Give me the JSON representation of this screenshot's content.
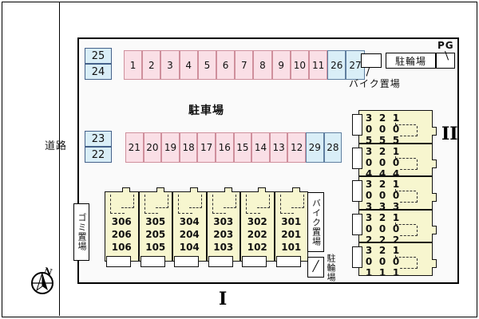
{
  "site": {
    "road_label": "道路",
    "parking_area_label": "駐車場",
    "pg_label": "PG",
    "north_label": "N"
  },
  "facilities": {
    "bicycle_parking_top": "駐輪場",
    "motorbike_parking_top": "バイク置場",
    "motorbike_parking_mid": "バイク置場",
    "bicycle_parking_mid": "駐輪場",
    "garbage_area": "ゴミ置場"
  },
  "parking": {
    "row_top": [
      "1",
      "2",
      "3",
      "4",
      "5",
      "6",
      "7",
      "8",
      "9",
      "10",
      "11",
      "26",
      "27"
    ],
    "row_top_blue_from": 11,
    "row_bottom": [
      "21",
      "20",
      "19",
      "18",
      "17",
      "16",
      "15",
      "14",
      "13",
      "12",
      "29",
      "28"
    ],
    "row_bottom_blue_from": 10,
    "visitor_top": [
      "25",
      "24"
    ],
    "visitor_bottom": [
      "23",
      "22"
    ]
  },
  "buildings": [
    {
      "name": "I",
      "numeral": "I",
      "orientation": "horizontal",
      "units": [
        [
          "306",
          "206",
          "106"
        ],
        [
          "305",
          "205",
          "105"
        ],
        [
          "304",
          "204",
          "104"
        ],
        [
          "303",
          "203",
          "103"
        ],
        [
          "302",
          "202",
          "102"
        ],
        [
          "301",
          "201",
          "101"
        ]
      ]
    },
    {
      "name": "II",
      "numeral": "II",
      "orientation": "vertical",
      "units": [
        [
          "305",
          "205",
          "105"
        ],
        [
          "304",
          "204",
          "104"
        ],
        [
          "303",
          "203",
          "103"
        ],
        [
          "302",
          "202",
          "102"
        ],
        [
          "301",
          "201",
          "101"
        ]
      ]
    }
  ],
  "colors": {
    "stall_pink_fill": "#fadfe6",
    "stall_pink_border": "#cf8f9c",
    "stall_blue_fill": "#d9eef7",
    "stall_blue_border": "#5f7fa0",
    "building_fill": "#f7f6cf",
    "outline": "#000000"
  }
}
